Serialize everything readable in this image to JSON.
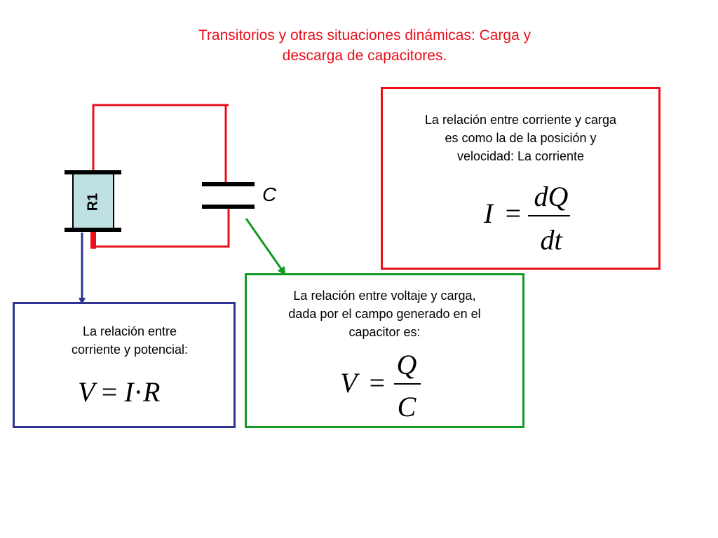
{
  "title": {
    "line1": "Transitorios y otras situaciones dinámicas: Carga y",
    "line2": "descarga de capacitores."
  },
  "circuit": {
    "resistor_label": "R1",
    "capacitor_label": "C",
    "colors": {
      "wire": "#e8101c",
      "plate": "#000000",
      "resistor_fill": "#bfe1e4",
      "arrow_blue": "#2e3494",
      "arrow_green": "#129a24"
    }
  },
  "current_box": {
    "text": [
      "La relación entre corriente y carga",
      "es como la de la posición y",
      "velocidad: La corriente"
    ],
    "formula": {
      "lhs": "I",
      "eq": "=",
      "num": "dQ",
      "den": "dt"
    },
    "border_color": "#e8101c"
  },
  "voltage_box": {
    "text": [
      "La relación entre voltaje y carga,",
      "dada por el campo generado en el",
      "capacitor es:"
    ],
    "formula": {
      "lhs": "V",
      "eq": "=",
      "num": "Q",
      "den": "C"
    },
    "border_color": "#129a24"
  },
  "ohm_box": {
    "text": [
      "La relación entre",
      "corriente y potencial:"
    ],
    "formula": {
      "v": "V",
      "eq": "=",
      "i": "I",
      "dot": "·",
      "r": "R"
    },
    "border_color": "#2e3494"
  }
}
